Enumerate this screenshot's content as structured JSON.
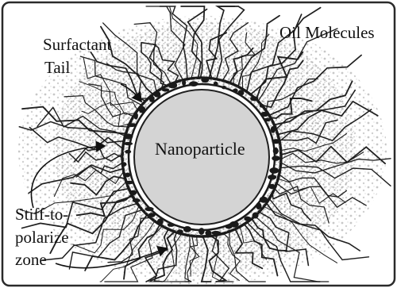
{
  "labels": {
    "surfactant_line1": "Surfactant",
    "surfactant_line2": "Tail",
    "oil": "Oil Molecules",
    "nanoparticle": "Nanoparticle",
    "stiff_line1": "Stiff-to-",
    "stiff_line2": "polarize",
    "stiff_line3": "zone"
  },
  "colors": {
    "frame": "#2a2a2a",
    "particle_fill": "#d4d4d4",
    "shell_dark": "#1a1a1a",
    "stipple": "#a8a8a8",
    "tail": "#1f1f1f"
  }
}
